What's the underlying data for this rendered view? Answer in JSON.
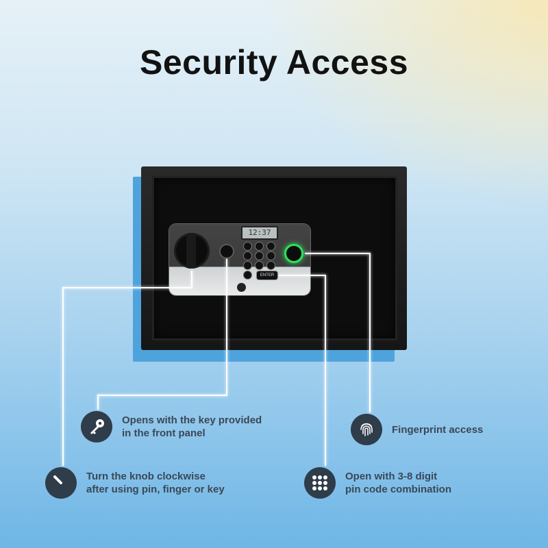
{
  "title": "Security Access",
  "safe": {
    "display_text": "12:37",
    "enter_label": "ENTER"
  },
  "callouts": {
    "key": {
      "line1": "Opens with the key provided",
      "line2": "in the front panel",
      "icon": "key-icon"
    },
    "knob": {
      "line1": "Turn the knob clockwise",
      "line2": "after using pin, finger or key",
      "icon": "knob-icon"
    },
    "fingerprint": {
      "line1": "Fingerprint access",
      "icon": "fingerprint-icon"
    },
    "pin": {
      "line1": "Open with 3-8 digit",
      "line2": "pin code combination",
      "icon": "keypad-icon"
    }
  },
  "colors": {
    "icon_bg": "#2f3c4a",
    "text": "#3a4856",
    "fingerprint_glow": "#2ee05a",
    "line_glow": "#ffffff"
  }
}
